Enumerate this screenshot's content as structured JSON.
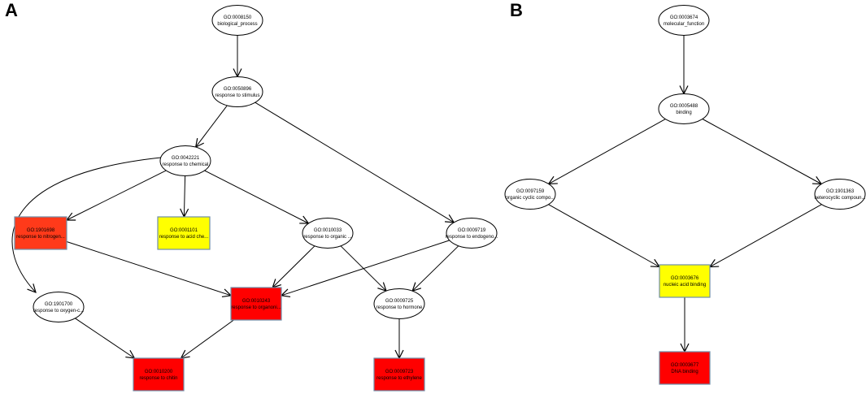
{
  "panels": [
    {
      "label": "A",
      "nodes": [
        {
          "key": "a1",
          "id": "GO:0008150",
          "term": "biological_process",
          "shape": "ellipse",
          "color": "#ffffff"
        },
        {
          "key": "a2",
          "id": "GO:0050896",
          "term": "response to stimulus",
          "shape": "ellipse",
          "color": "#ffffff"
        },
        {
          "key": "a3",
          "id": "GO:0042221",
          "term": "response to chemical",
          "shape": "ellipse",
          "color": "#ffffff"
        },
        {
          "key": "a4",
          "id": "GO:1901698",
          "term": "response to nitrogen...",
          "shape": "rect",
          "color": "#ff3a1a"
        },
        {
          "key": "a5",
          "id": "GO:0001101",
          "term": "response to acid che...",
          "shape": "rect",
          "color": "#ffff00"
        },
        {
          "key": "a6",
          "id": "GO:0010033",
          "term": "response to organic ...",
          "shape": "ellipse",
          "color": "#ffffff"
        },
        {
          "key": "a7",
          "id": "GO:0009719",
          "term": "response to endogeno...",
          "shape": "ellipse",
          "color": "#ffffff"
        },
        {
          "key": "a8",
          "id": "GO:1901700",
          "term": "response to oxygen-c...",
          "shape": "ellipse",
          "color": "#ffffff"
        },
        {
          "key": "a9",
          "id": "GO:0010243",
          "term": "response to organoni...",
          "shape": "rect",
          "color": "#ff0000"
        },
        {
          "key": "a10",
          "id": "GO:0009725",
          "term": "response to hormone",
          "shape": "ellipse",
          "color": "#ffffff"
        },
        {
          "key": "a11",
          "id": "GO:0010200",
          "term": "response to chitin",
          "shape": "rect",
          "color": "#ff0000"
        },
        {
          "key": "a12",
          "id": "GO:0009723",
          "term": "response to ethylene",
          "shape": "rect",
          "color": "#ff0000"
        }
      ],
      "edges": [
        [
          "a1",
          "a2"
        ],
        [
          "a2",
          "a3"
        ],
        [
          "a2",
          "a7"
        ],
        [
          "a3",
          "a4"
        ],
        [
          "a3",
          "a5"
        ],
        [
          "a3",
          "a6"
        ],
        [
          "a3",
          "a8"
        ],
        [
          "a4",
          "a9"
        ],
        [
          "a6",
          "a9"
        ],
        [
          "a6",
          "a10"
        ],
        [
          "a7",
          "a9"
        ],
        [
          "a7",
          "a10"
        ],
        [
          "a8",
          "a11"
        ],
        [
          "a9",
          "a11"
        ],
        [
          "a10",
          "a12"
        ]
      ]
    },
    {
      "label": "B",
      "nodes": [
        {
          "key": "b1",
          "id": "GO:0003674",
          "term": "molecular_function",
          "shape": "ellipse",
          "color": "#ffffff"
        },
        {
          "key": "b2",
          "id": "GO:0005488",
          "term": "binding",
          "shape": "ellipse",
          "color": "#ffffff"
        },
        {
          "key": "b3",
          "id": "GO:0097159",
          "term": "organic cyclic compo...",
          "shape": "ellipse",
          "color": "#ffffff"
        },
        {
          "key": "b4",
          "id": "GO:1901363",
          "term": "heterocyclic compoun...",
          "shape": "ellipse",
          "color": "#ffffff"
        },
        {
          "key": "b5",
          "id": "GO:0003676",
          "term": "nucleic acid binding",
          "shape": "rect",
          "color": "#ffff00"
        },
        {
          "key": "b6",
          "id": "GO:0003677",
          "term": "DNA binding",
          "shape": "rect",
          "color": "#ff0000"
        }
      ],
      "edges": [
        [
          "b1",
          "b2"
        ],
        [
          "b2",
          "b3"
        ],
        [
          "b2",
          "b4"
        ],
        [
          "b3",
          "b5"
        ],
        [
          "b4",
          "b5"
        ],
        [
          "b5",
          "b6"
        ]
      ]
    }
  ]
}
